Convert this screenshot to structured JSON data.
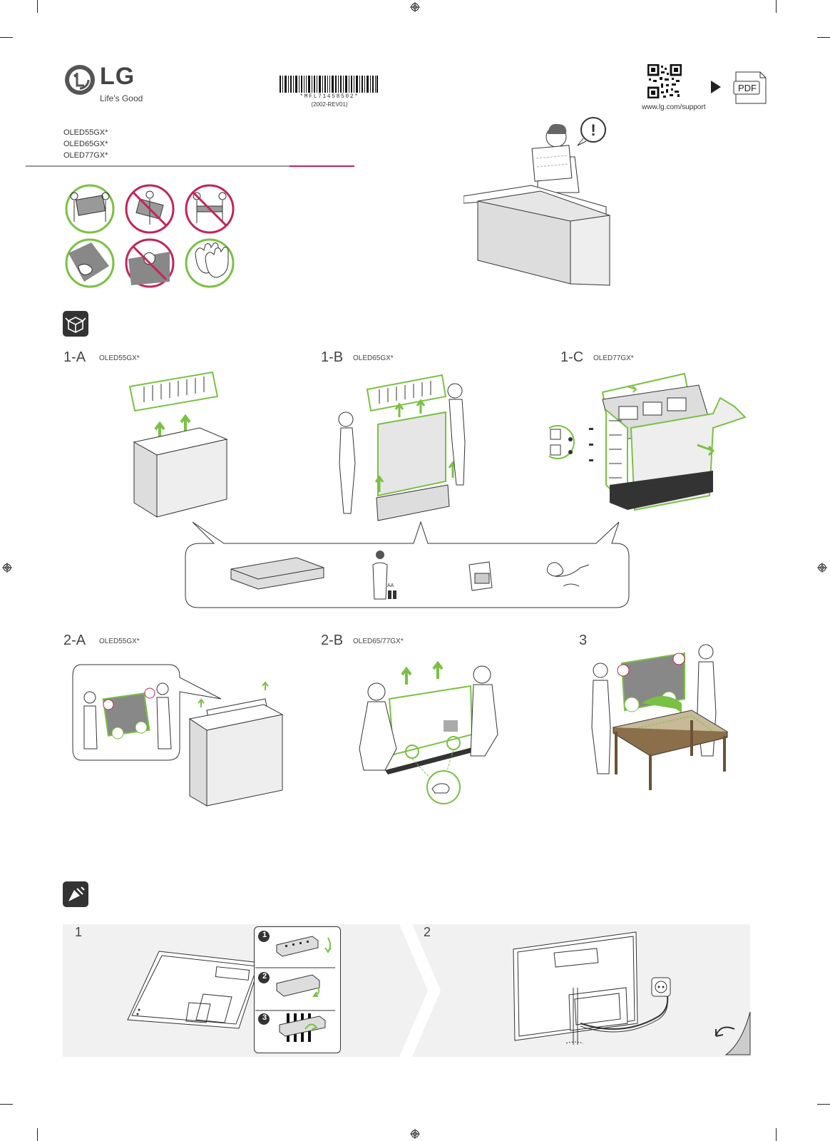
{
  "brand": {
    "name": "LG",
    "tagline": "Life's Good"
  },
  "document": {
    "barcode_text": "*MFL71458502*",
    "revision": "(2002-REV01)"
  },
  "models": [
    "OLED55GX*",
    "OLED65GX*",
    "OLED77GX*"
  ],
  "support": {
    "url": "www.lg.com/support",
    "pdf_label": "PDF"
  },
  "steps": {
    "s1a": {
      "label": "1-A",
      "model": "OLED55GX*"
    },
    "s1b": {
      "label": "1-B",
      "model": "OLED65GX*"
    },
    "s1c": {
      "label": "1-C",
      "model": "OLED77GX*"
    },
    "s2a": {
      "label": "2-A",
      "model": "OLED55GX*"
    },
    "s2b": {
      "label": "2-B",
      "model": "OLED65/77GX*"
    },
    "s3": {
      "label": "3"
    }
  },
  "install": {
    "step1": "1",
    "step2": "2",
    "sub1": "1",
    "sub2": "2",
    "sub3": "3"
  },
  "accessories": {
    "batteries": "AA"
  },
  "colors": {
    "ok_green": "#7ac143",
    "prohibited_red": "#c4245a",
    "brand_red": "#c4245a"
  }
}
